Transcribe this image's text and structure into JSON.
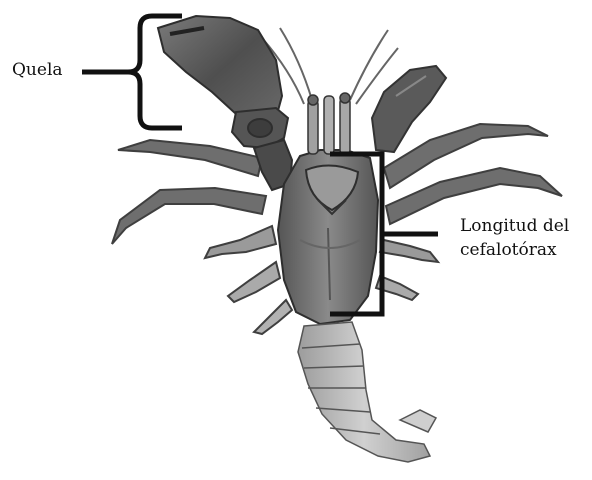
{
  "labels": {
    "quela": "Quela",
    "cephalothorax_line1": "Longitud del",
    "cephalothorax_line2": "cefalotórax"
  },
  "colors": {
    "ink": "#111111",
    "shell_dark": "#4a4a4a",
    "shell_mid": "#6e6e6e",
    "shell_light": "#a8a8a8",
    "abdomen": "#bcbcbc",
    "background": "#ffffff"
  },
  "icons": {
    "quela_bracket": "curly-brace",
    "cephalothorax_bracket": "square-bracket"
  }
}
